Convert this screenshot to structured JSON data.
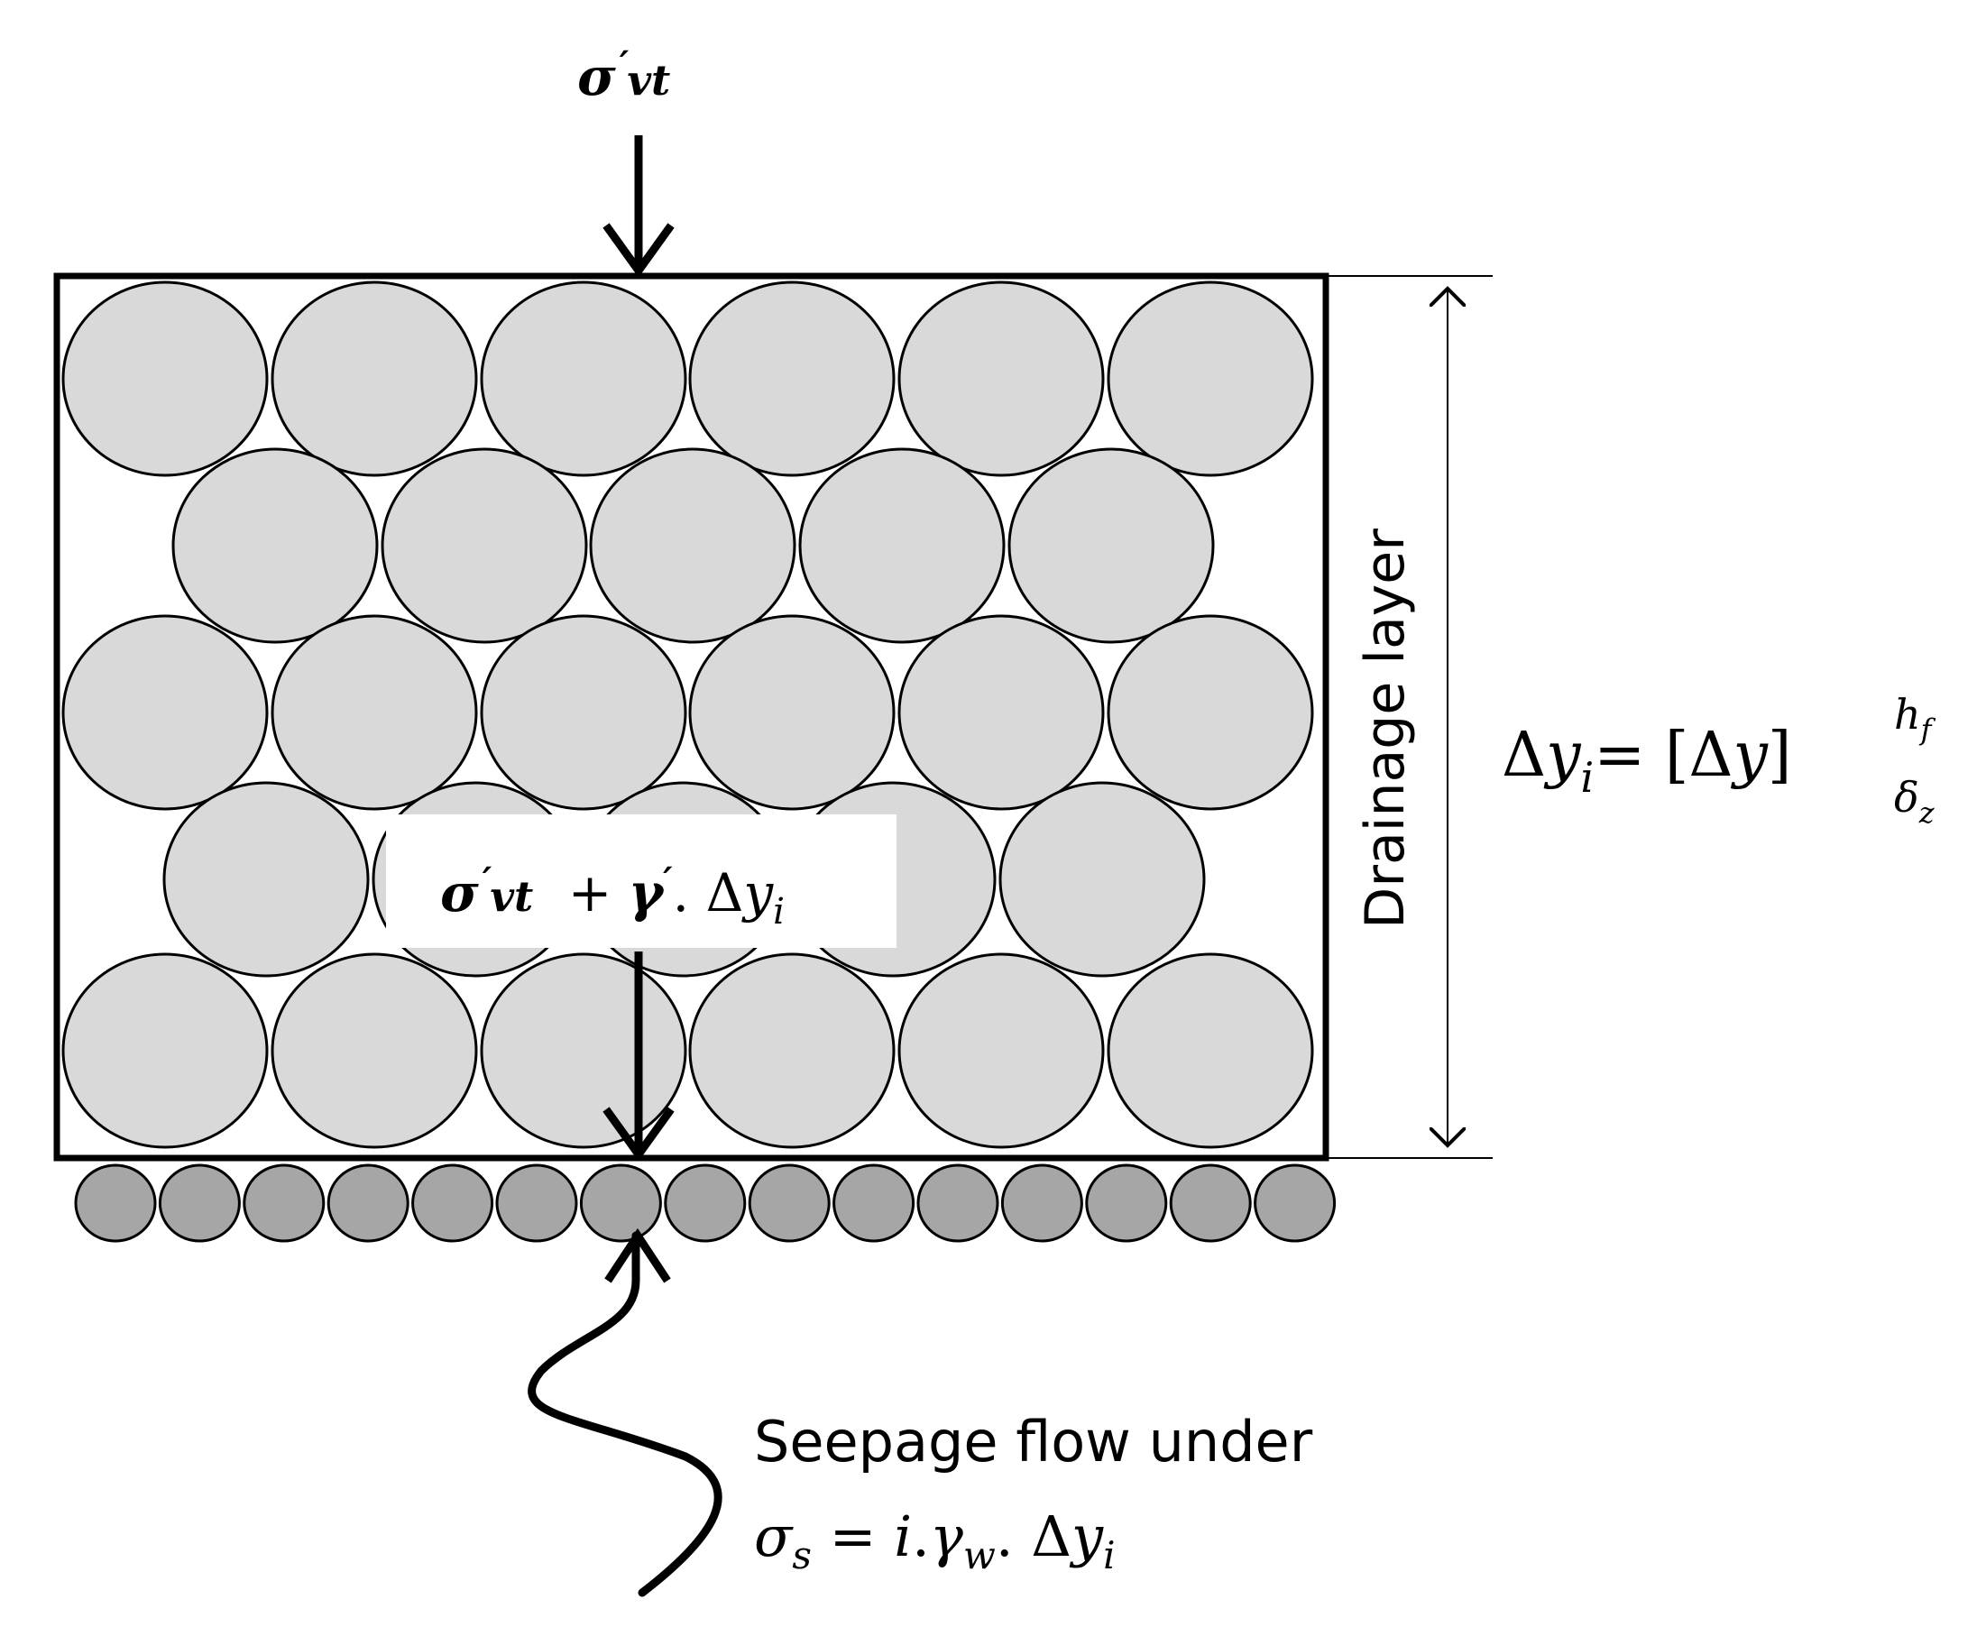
{
  "labels": {
    "top_load": "σ′vt",
    "inner_load": "σ′vt + γ′.Δyi",
    "layer": "Drainage layer",
    "dy_equation": "Δyi= [Δy]δz hf",
    "seepage_line1": "Seepage flow under",
    "seepage_line2": "σs = i.γw.Δyi"
  },
  "colors": {
    "large_particle": "#d9d9d9",
    "small_particle": "#a6a6a6",
    "outline": "#000000"
  }
}
